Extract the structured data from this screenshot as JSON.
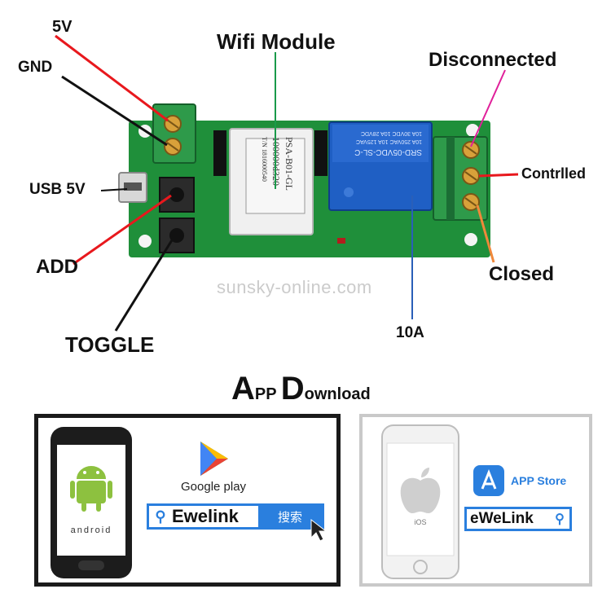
{
  "labels": {
    "v5": "5V",
    "gnd": "GND",
    "wifi_module": "Wifi Module",
    "disconnected": "Disconnected",
    "controlled": "Contrlled",
    "usb5v": "USB 5V",
    "add": "ADD",
    "closed": "Closed",
    "toggle": "TOGGLE",
    "amp": "10A"
  },
  "board": {
    "module_text": [
      "PSA-B01-GL",
      "100000d320",
      "T/N 1816000540"
    ],
    "relay_text": [
      "SRD-05VDC-SL-C",
      "10A 250VAC 10A 125VAC",
      "10A 30VDC 10A 28VDC"
    ]
  },
  "watermark": "sunsky-online.com",
  "app_download": {
    "title_big_1": "A",
    "title_small_1": "PP ",
    "title_big_2": "D",
    "title_small_2": "ownload"
  },
  "android": {
    "logo_text": "android",
    "store_name": "Google play",
    "search_term": "Ewelink",
    "search_button": "搜索"
  },
  "ios": {
    "os_label": "iOS",
    "store_name": "APP Store",
    "search_term": "eWeLink"
  },
  "colors": {
    "pcb": "#1f8f3a",
    "terminal": "#2e9a4a",
    "relay": "#1f5fc4",
    "search_blue": "#2a7fde"
  }
}
